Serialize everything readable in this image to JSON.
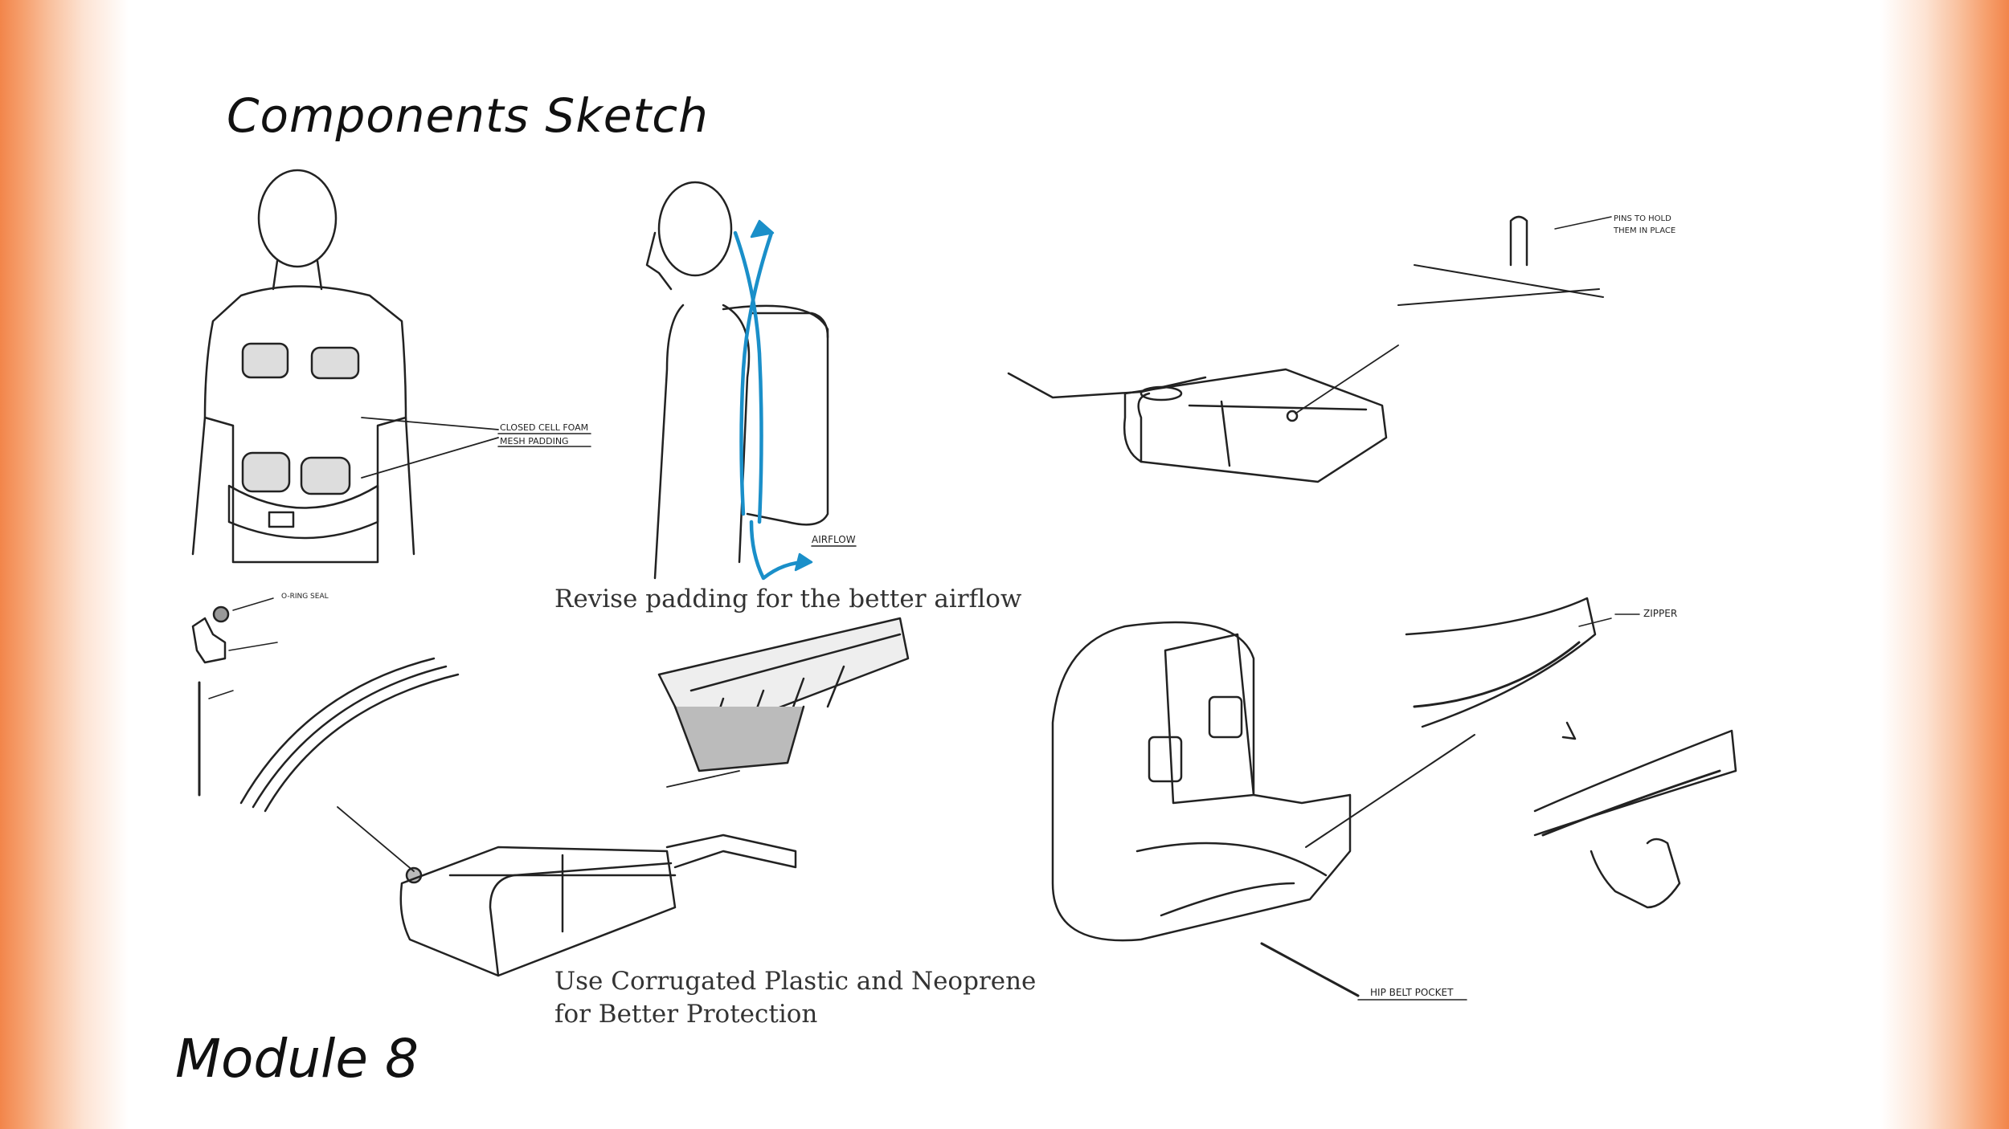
{
  "slide": {
    "title": "Components Sketch",
    "module": "Module 8"
  },
  "captions": {
    "airflow": "Revise padding for the better airflow",
    "protection_line1": "Use Corrugated Plastic and Neoprene",
    "protection_line2": "for Better Protection"
  },
  "sketch_labels": {
    "foam": "CLOSED CELL FOAM",
    "mesh": "MESH PADDING",
    "airflow": "AIRFLOW",
    "oring": "O-RING SEAL",
    "pins_line1": "PINS TO HOLD",
    "pins_line2": "THEM IN PLACE",
    "zipper": "ZIPPER",
    "hip_belt": "HIP BELT POCKET"
  },
  "colors": {
    "accent_edge": "#f2854a",
    "airflow_arrow": "#1a8fc9"
  }
}
